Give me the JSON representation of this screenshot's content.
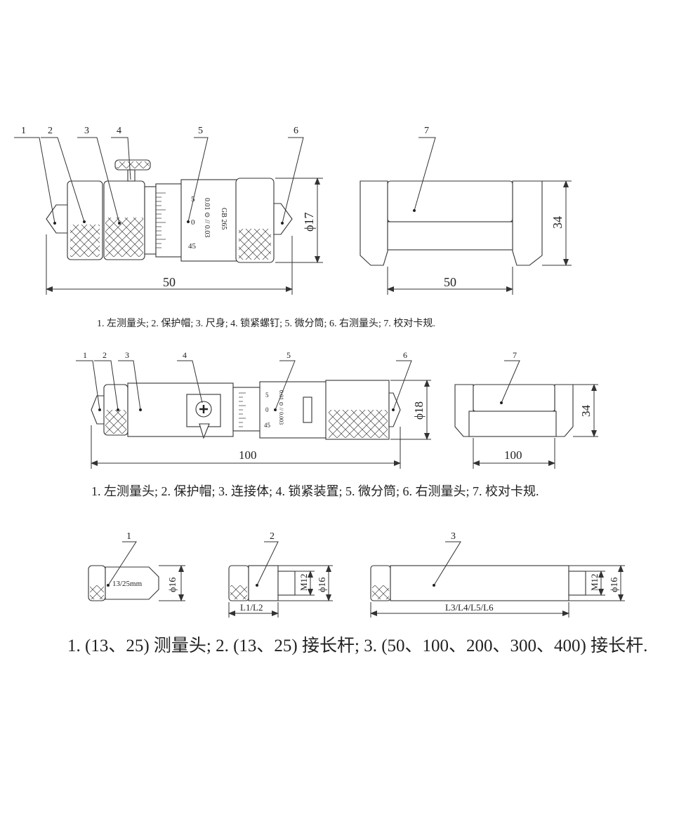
{
  "section1": {
    "callouts": [
      "1",
      "2",
      "3",
      "4",
      "5",
      "6",
      "7"
    ],
    "dim_length": "50",
    "dim_diameter": "ϕ17",
    "gauge_length": "50",
    "gauge_height": "34",
    "scale_marks": [
      "5",
      "0",
      "45"
    ],
    "thimble_text_a": "0.01 ⊙ // 0.03",
    "thimble_text_b": "GB 265",
    "caption": "1. 左测量头; 2. 保护帽; 3. 尺身; 4. 锁紧螺钉; 5. 微分筒; 6. 右测量头; 7. 校对卡规."
  },
  "section2": {
    "callouts": [
      "1",
      "2",
      "3",
      "4",
      "5",
      "6",
      "7"
    ],
    "dim_length": "100",
    "dim_diameter": "ϕ18",
    "gauge_length": "100",
    "gauge_height": "34",
    "scale_marks": [
      "5",
      "0",
      "45"
    ],
    "thimble_text": "0.01 ⊙ // 0.003",
    "caption": "1. 左测量头; 2. 保护帽; 3. 连接体; 4. 锁紧装置; 5. 微分筒; 6. 右测量头; 7. 校对卡规."
  },
  "section3": {
    "callouts": [
      "1",
      "2",
      "3"
    ],
    "part1_label": "13/25mm",
    "part1_diameter": "ϕ16",
    "part2_thread": "M12",
    "part2_diameter": "ϕ16",
    "part2_length": "L1/L2",
    "part3_thread": "M12",
    "part3_diameter": "ϕ16",
    "part3_length": "L3/L4/L5/L6",
    "caption": "1. (13、25) 测量头; 2. (13、25) 接长杆; 3. (50、100、200、300、400) 接长杆."
  }
}
